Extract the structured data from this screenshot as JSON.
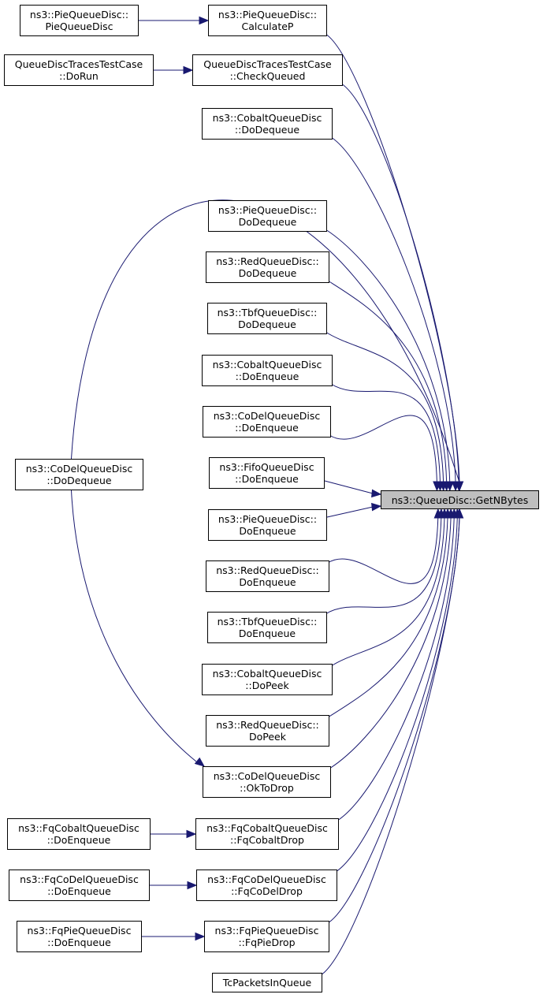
{
  "diagram": {
    "type": "caller-graph",
    "edge_color": "#191970",
    "target_fill": "#bfbfbf",
    "target": {
      "id": "getnbytes",
      "lines": [
        "ns3::QueueDisc::GetNBytes"
      ]
    },
    "nodes": [
      {
        "id": "pie_ctor",
        "lines": [
          "ns3::PieQueueDisc::",
          "PieQueueDisc"
        ]
      },
      {
        "id": "pie_calcp",
        "lines": [
          "ns3::PieQueueDisc::",
          "CalculateP"
        ]
      },
      {
        "id": "trace_dorun",
        "lines": [
          "QueueDiscTracesTestCase",
          "::DoRun"
        ]
      },
      {
        "id": "trace_checkqueued",
        "lines": [
          "QueueDiscTracesTestCase",
          "::CheckQueued"
        ]
      },
      {
        "id": "cobalt_dodequeue",
        "lines": [
          "ns3::CobaltQueueDisc",
          "::DoDequeue"
        ]
      },
      {
        "id": "pie_dodequeue",
        "lines": [
          "ns3::PieQueueDisc::",
          "DoDequeue"
        ]
      },
      {
        "id": "red_dodequeue",
        "lines": [
          "ns3::RedQueueDisc::",
          "DoDequeue"
        ]
      },
      {
        "id": "tbf_dodequeue",
        "lines": [
          "ns3::TbfQueueDisc::",
          "DoDequeue"
        ]
      },
      {
        "id": "cobalt_doenqueue",
        "lines": [
          "ns3::CobaltQueueDisc",
          "::DoEnqueue"
        ]
      },
      {
        "id": "codel_doenqueue",
        "lines": [
          "ns3::CoDelQueueDisc",
          "::DoEnqueue"
        ]
      },
      {
        "id": "fifo_doenqueue",
        "lines": [
          "ns3::FifoQueueDisc",
          "::DoEnqueue"
        ]
      },
      {
        "id": "pie_doenqueue",
        "lines": [
          "ns3::PieQueueDisc::",
          "DoEnqueue"
        ]
      },
      {
        "id": "red_doenqueue",
        "lines": [
          "ns3::RedQueueDisc::",
          "DoEnqueue"
        ]
      },
      {
        "id": "tbf_doenqueue",
        "lines": [
          "ns3::TbfQueueDisc::",
          "DoEnqueue"
        ]
      },
      {
        "id": "cobalt_dopeek",
        "lines": [
          "ns3::CobaltQueueDisc",
          "::DoPeek"
        ]
      },
      {
        "id": "red_dopeek",
        "lines": [
          "ns3::RedQueueDisc::",
          "DoPeek"
        ]
      },
      {
        "id": "codel_dodequeue",
        "lines": [
          "ns3::CoDelQueueDisc",
          "::DoDequeue"
        ]
      },
      {
        "id": "codel_oktodrop",
        "lines": [
          "ns3::CoDelQueueDisc",
          "::OkToDrop"
        ]
      },
      {
        "id": "fqcobalt_doenqueue",
        "lines": [
          "ns3::FqCobaltQueueDisc",
          "::DoEnqueue"
        ]
      },
      {
        "id": "fqcobalt_drop",
        "lines": [
          "ns3::FqCobaltQueueDisc",
          "::FqCobaltDrop"
        ]
      },
      {
        "id": "fqcodel_doenqueue",
        "lines": [
          "ns3::FqCoDelQueueDisc",
          "::DoEnqueue"
        ]
      },
      {
        "id": "fqcodel_drop",
        "lines": [
          "ns3::FqCoDelQueueDisc",
          "::FqCoDelDrop"
        ]
      },
      {
        "id": "fqpie_doenqueue",
        "lines": [
          "ns3::FqPieQueueDisc",
          "::DoEnqueue"
        ]
      },
      {
        "id": "fqpie_drop",
        "lines": [
          "ns3::FqPieQueueDisc",
          "::FqPieDrop"
        ]
      },
      {
        "id": "tc_packetsinqueue",
        "lines": [
          "TcPacketsInQueue"
        ]
      }
    ],
    "edges": [
      [
        "pie_ctor",
        "pie_calcp"
      ],
      [
        "trace_dorun",
        "trace_checkqueued"
      ],
      [
        "fqcobalt_doenqueue",
        "fqcobalt_drop"
      ],
      [
        "fqcodel_doenqueue",
        "fqcodel_drop"
      ],
      [
        "fqpie_doenqueue",
        "fqpie_drop"
      ],
      [
        "codel_dodequeue",
        "codel_oktodrop"
      ],
      [
        "pie_calcp",
        "getnbytes"
      ],
      [
        "trace_checkqueued",
        "getnbytes"
      ],
      [
        "cobalt_dodequeue",
        "getnbytes"
      ],
      [
        "codel_dodequeue",
        "getnbytes"
      ],
      [
        "pie_dodequeue",
        "getnbytes"
      ],
      [
        "red_dodequeue",
        "getnbytes"
      ],
      [
        "tbf_dodequeue",
        "getnbytes"
      ],
      [
        "cobalt_doenqueue",
        "getnbytes"
      ],
      [
        "codel_doenqueue",
        "getnbytes"
      ],
      [
        "fifo_doenqueue",
        "getnbytes"
      ],
      [
        "pie_doenqueue",
        "getnbytes"
      ],
      [
        "red_doenqueue",
        "getnbytes"
      ],
      [
        "tbf_doenqueue",
        "getnbytes"
      ],
      [
        "cobalt_dopeek",
        "getnbytes"
      ],
      [
        "red_dopeek",
        "getnbytes"
      ],
      [
        "codel_oktodrop",
        "getnbytes"
      ],
      [
        "fqcobalt_drop",
        "getnbytes"
      ],
      [
        "fqcodel_drop",
        "getnbytes"
      ],
      [
        "fqpie_drop",
        "getnbytes"
      ],
      [
        "tc_packetsinqueue",
        "getnbytes"
      ]
    ]
  }
}
